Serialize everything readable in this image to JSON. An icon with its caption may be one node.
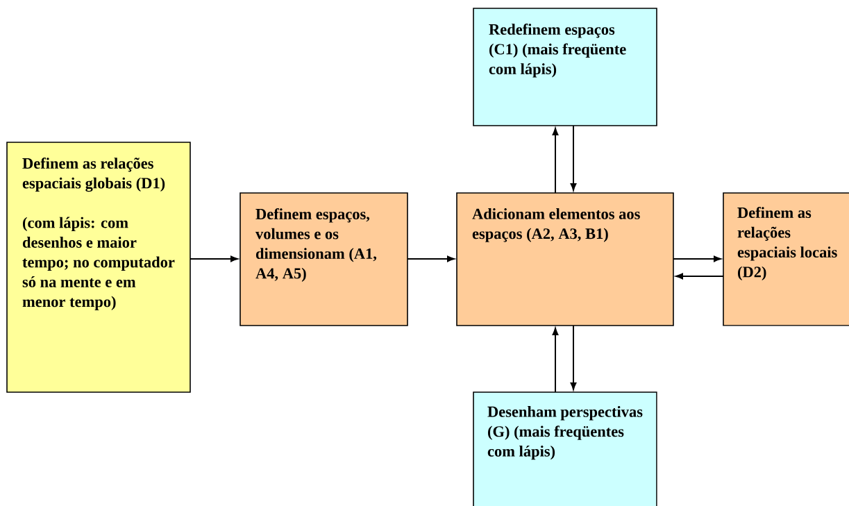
{
  "diagram": {
    "nodes": [
      {
        "text": [
          "Definem as relações espaciais globais (D1)",
          "(com lápis: com desenhos e maior tempo; no computador só na mente e em menor tempo)"
        ]
      },
      {
        "text": [
          "Definem espaços, volumes e os dimensionam (A1, A4, A5)"
        ]
      },
      {
        "text": [
          "Adicionam elementos aos espaços (A2, A3, B1)"
        ]
      },
      {
        "text": [
          "Redefinem espaços (C1) (mais freqüente com lápis)"
        ]
      },
      {
        "text": [
          "Definem as relações espaciais locais (D2)"
        ]
      },
      {
        "text": [
          "Desenham perspectivas (G) (mais freqüentes com lápis)"
        ]
      }
    ],
    "edges": [
      {
        "from": 0,
        "to": 1,
        "arrow": "to"
      },
      {
        "from": 1,
        "to": 2,
        "arrow": "to"
      },
      {
        "from": 2,
        "to": 3,
        "arrow": "to"
      },
      {
        "from": 3,
        "to": 2,
        "arrow": "to"
      },
      {
        "from": 2,
        "to": 4,
        "arrow": "to"
      },
      {
        "from": 4,
        "to": 2,
        "arrow": "to"
      },
      {
        "from": 5,
        "to": 2,
        "arrow": "to"
      },
      {
        "from": 2,
        "to": 5,
        "arrow": "to"
      }
    ]
  }
}
